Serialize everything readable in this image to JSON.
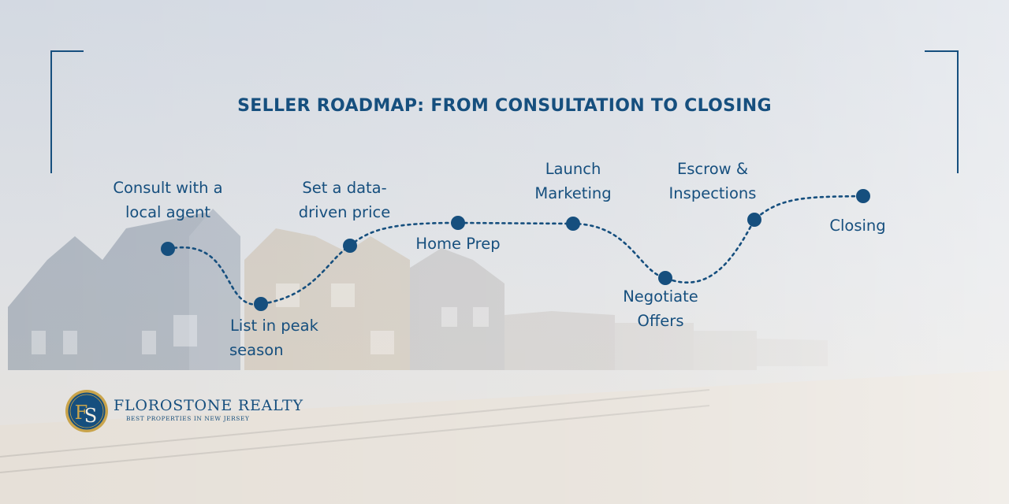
{
  "title": "SELLER ROADMAP: FROM CONSULTATION TO CLOSING",
  "steps": [
    {
      "id": "consult",
      "lines": [
        "Consult with a",
        "local agent"
      ]
    },
    {
      "id": "list",
      "lines": [
        "List in peak",
        "season"
      ]
    },
    {
      "id": "price",
      "lines": [
        "Set a data-",
        "driven price"
      ]
    },
    {
      "id": "prep",
      "lines": [
        "Home Prep"
      ]
    },
    {
      "id": "marketing",
      "lines": [
        "Launch",
        "Marketing"
      ]
    },
    {
      "id": "offers",
      "lines": [
        "Negotiate",
        "Offers"
      ]
    },
    {
      "id": "escrow",
      "lines": [
        "Escrow &",
        "Inspections"
      ]
    },
    {
      "id": "closing",
      "lines": [
        "Closing"
      ]
    }
  ],
  "brand": {
    "name": "FLOROSTONE REALTY",
    "tagline": "BEST PROPERTIES IN NEW JERSEY",
    "monogram": "FS"
  },
  "colors": {
    "primary": "#164f7e",
    "gold": "#c9a44c",
    "sky": "#d4dae3",
    "sand": "#e6e1da"
  },
  "icons": {
    "logo": "fs-monogram-seal-icon",
    "background": "beach-houses-photo"
  }
}
